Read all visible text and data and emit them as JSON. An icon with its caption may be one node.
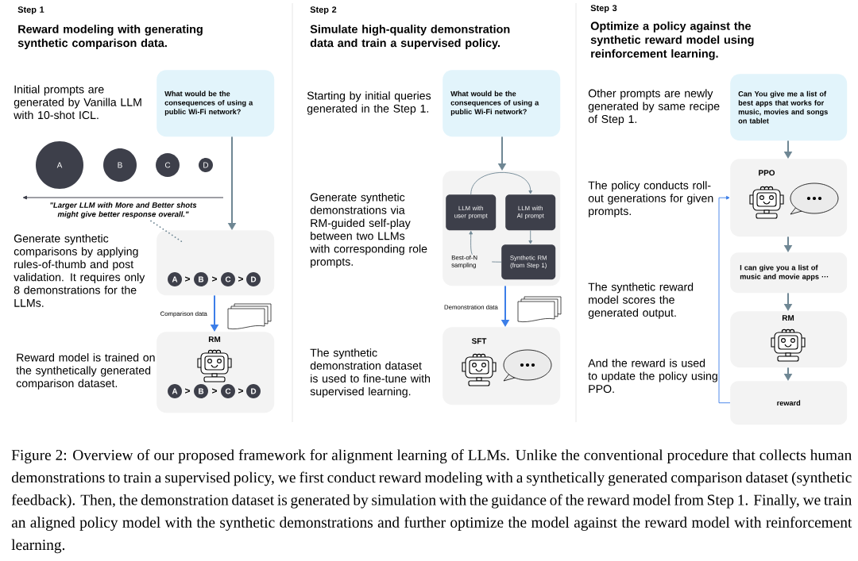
{
  "diagram": {
    "caption": "Figure 2: Overview of our proposed framework for alignment learning of LLMs. Unlike the conventional procedure that collects human demonstrations to train a supervised policy, we first conduct reward modeling with a synthetically generated comparison dataset (synthetic feedback). Then, the demonstration dataset is generated by simulation with the guidance of the reward model from Step 1. Finally, we train an aligned policy model with the synthetic demonstrations and further optimize the model against the reward model with reinforcement learning.",
    "nodes": [
      {
        "text": [
          "What would be the consequences of using a public Wi-Fi network?"
        ]
      },
      {
        "text": [
          "A"
        ]
      },
      {
        "text": [
          "B"
        ]
      },
      {
        "text": [
          "C"
        ]
      },
      {
        "text": [
          "D"
        ]
      },
      {
        "text": [
          "\"Larger LLM with More and Better shots might give better response overall.\""
        ]
      },
      {
        "text": [],
        "shape": "box"
      },
      {
        "text": [
          "A"
        ],
        "in": 6
      },
      {
        "text": [
          "B"
        ],
        "in": 6
      },
      {
        "text": [
          "C"
        ],
        "in": 6
      },
      {
        "text": [
          "D"
        ],
        "in": 6
      },
      {
        "text": [
          "RM"
        ]
      },
      {
        "text": [
          "A"
        ],
        "in": 11
      },
      {
        "text": [
          "B"
        ],
        "in": 11
      },
      {
        "text": [
          "C"
        ],
        "in": 11
      },
      {
        "text": [
          "D"
        ],
        "in": 11
      },
      {
        "text": [
          "What would be the consequences of using a public Wi-Fi network?"
        ]
      },
      {
        "text": [],
        "shape": "box"
      },
      {
        "text": [
          "LLM with user prompt"
        ],
        "in": 17
      },
      {
        "text": [
          "LLM with AI prompt"
        ],
        "in": 17
      },
      {
        "text": [
          "Synthetic RM (from Step 1)"
        ],
        "in": 17
      },
      {
        "text": [
          "SFT"
        ]
      },
      {
        "text": [
          "Can You give me a list of best apps that works for music, movies and songs on tablet"
        ]
      },
      {
        "text": [
          "PPO"
        ]
      },
      {
        "text": [
          "I can give you a list of music and movie apps ···"
        ]
      },
      {
        "text": [
          "RM"
        ]
      },
      {
        "text": [
          "reward"
        ]
      }
    ],
    "edges": [
      {
        "from": 0,
        "to": 6,
        "arrow": "to"
      },
      {
        "from": 5,
        "to": 6,
        "arrow": "none",
        "style": "dashed"
      },
      {
        "from": 6,
        "to": 11,
        "arrow": "to",
        "label": "Comparison data",
        "color": "#3c7ee8"
      },
      {
        "from": 16,
        "to": 17,
        "arrow": "to"
      },
      {
        "from": 18,
        "to": 19,
        "arrow": "to"
      },
      {
        "from": 19,
        "to": 20,
        "arrow": "to"
      },
      {
        "from": 20,
        "to": 18,
        "arrow": "to",
        "label": "Best-of-N sampling"
      },
      {
        "from": 17,
        "to": 21,
        "arrow": "to",
        "label": "Demonstration data",
        "color": "#3c7ee8"
      },
      {
        "from": 22,
        "to": 23,
        "arrow": "to"
      },
      {
        "from": 23,
        "to": 24,
        "arrow": "to"
      },
      {
        "from": 24,
        "to": 25,
        "arrow": "to"
      },
      {
        "from": 25,
        "to": 26,
        "arrow": "to"
      },
      {
        "from": 26,
        "to": 23,
        "arrow": "to",
        "color": "#3c7ee8"
      }
    ],
    "labels": [
      "Step 1",
      "Reward modeling with generating synthetic comparison data.",
      "Initial prompts are generated by Vanilla LLM with 10-shot ICL.",
      "Generate synthetic comparisons by applying rules-of-thumb and post validation. It requires only 8 demonstrations for the LLMs.",
      ">",
      ">",
      ">",
      "Reward model is trained on the synthetically generated comparison dataset.",
      ">",
      ">",
      ">",
      "Step 2",
      "Simulate high-quality demonstration data and train a supervised policy.",
      "Starting by initial queries generated in the Step 1.",
      "Generate synthetic demonstrations via RM-guided self-play between two LLMs with corresponding role prompts.",
      "The synthetic demonstration dataset is used to fine-tune with supervised learning.",
      "Step 3",
      "Optimize a policy against the synthetic reward model using reinforcement learning.",
      "Other prompts are newly generated by same recipe of Step 1.",
      "The policy conducts roll-out generations for given prompts.",
      "The synthetic reward model scores the generated output.",
      "And the reward is used to update the policy using PPO."
    ]
  }
}
